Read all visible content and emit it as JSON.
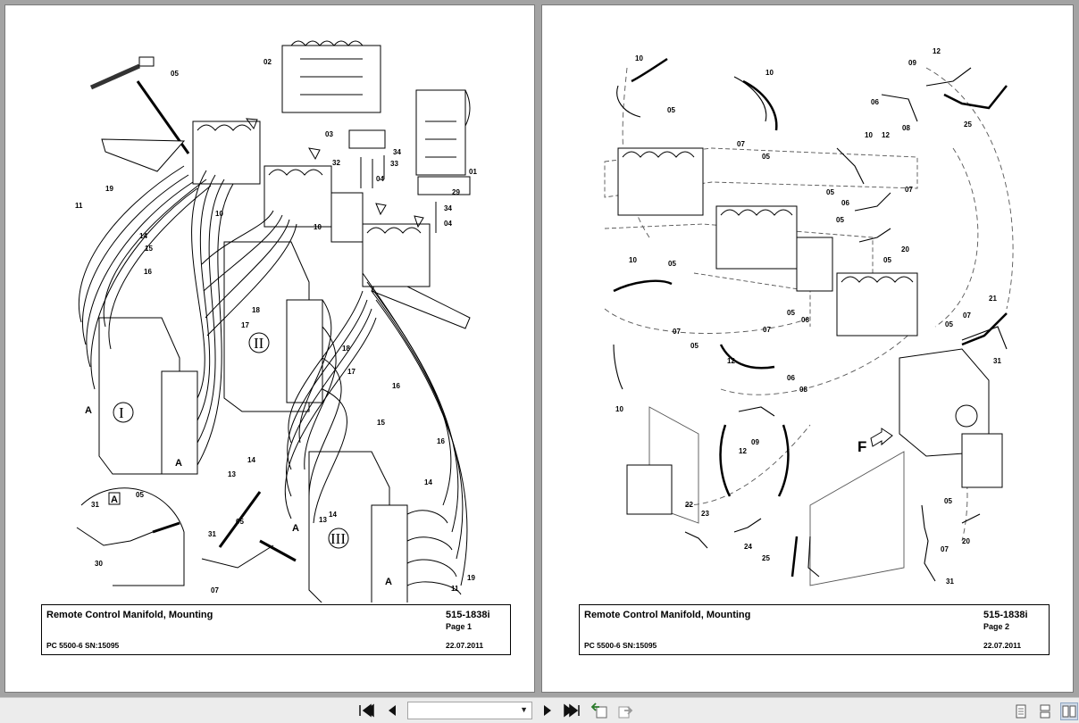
{
  "viewer": {
    "pages": [
      {
        "title": "Remote Control Manifold, Mounting",
        "doc_number": "515-1838i",
        "page_label": "Page 1",
        "model": "PC 5500-6 SN:15095",
        "date": "22.07.2011"
      },
      {
        "title": "Remote Control Manifold, Mounting",
        "doc_number": "515-1838i",
        "page_label": "Page 2",
        "model": "PC 5500-6 SN:15095",
        "date": "22.07.2011"
      }
    ],
    "page1_callouts": [
      "05",
      "02",
      "03",
      "34",
      "33",
      "32",
      "04",
      "01",
      "29",
      "34",
      "04",
      "10",
      "10",
      "11",
      "19",
      "14",
      "15",
      "16",
      "18",
      "17",
      "18",
      "17",
      "16",
      "15",
      "14",
      "13",
      "14",
      "13",
      "16",
      "14",
      "19",
      "11",
      "A",
      "A",
      "A",
      "A",
      "05",
      "31",
      "30",
      "05",
      "31",
      "07"
    ],
    "page1_roman": [
      "I",
      "II",
      "III"
    ],
    "page2_callouts": [
      "10",
      "05",
      "10",
      "07",
      "05",
      "12",
      "09",
      "06",
      "08",
      "25",
      "10",
      "12",
      "07",
      "05",
      "06",
      "05",
      "20",
      "05",
      "10",
      "05",
      "21",
      "07",
      "05",
      "31",
      "05",
      "06",
      "07",
      "05",
      "12",
      "06",
      "08",
      "10",
      "09",
      "12",
      "22",
      "23",
      "24",
      "25",
      "05",
      "20",
      "07",
      "31",
      "F"
    ]
  },
  "toolbar": {
    "first_page": "first-page",
    "prev_page": "previous-page",
    "page_select_value": "",
    "next_page": "next-page",
    "last_page": "last-page"
  },
  "colors": {
    "background": "#a3a3a3",
    "page": "#ffffff",
    "ink": "#000000",
    "phantom": "#6a6a6a",
    "toolbar": "#ececec"
  }
}
